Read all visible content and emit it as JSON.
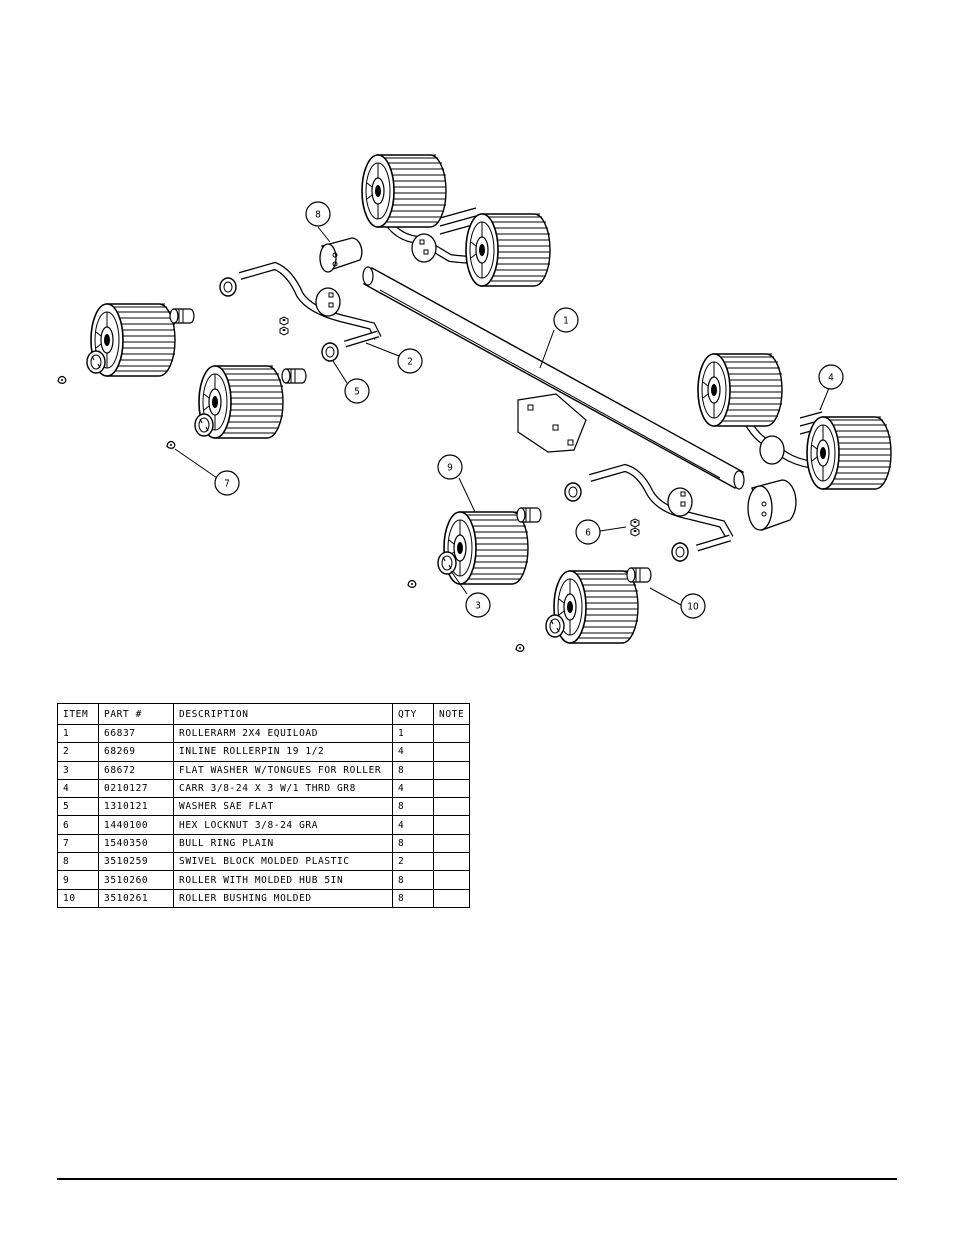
{
  "callouts": [
    "1",
    "2",
    "3",
    "4",
    "5",
    "6",
    "7",
    "8",
    "9",
    "10"
  ],
  "parts_table": {
    "headers": [
      "ITEM",
      "PART #",
      "DESCRIPTION",
      "QTY",
      "NOTE"
    ],
    "rows": [
      {
        "item": "1",
        "part": "66837",
        "desc": "ROLLERARM  2X4 EQUILOAD",
        "qty": "1",
        "note": ""
      },
      {
        "item": "2",
        "part": "68269",
        "desc": "INLINE ROLLERPIN 19 1/2",
        "qty": "4",
        "note": ""
      },
      {
        "item": "3",
        "part": "68672",
        "desc": "FLAT WASHER W/TONGUES FOR ROLLER",
        "qty": "8",
        "note": ""
      },
      {
        "item": "4",
        "part": "0210127",
        "desc": "CARR 3/8-24 X 3 W/1 THRD GR8",
        "qty": "4",
        "note": ""
      },
      {
        "item": "5",
        "part": "1310121",
        "desc": "WASHER SAE FLAT",
        "qty": "8",
        "note": ""
      },
      {
        "item": "6",
        "part": "1440100",
        "desc": "HEX LOCKNUT 3/8-24 GRA",
        "qty": "4",
        "note": ""
      },
      {
        "item": "7",
        "part": "1540350",
        "desc": "BULL RING PLAIN",
        "qty": "8",
        "note": ""
      },
      {
        "item": "8",
        "part": "3510259",
        "desc": "SWIVEL BLOCK MOLDED PLASTIC",
        "qty": "2",
        "note": ""
      },
      {
        "item": "9",
        "part": "3510260",
        "desc": "ROLLER WITH MOLDED HUB  5IN",
        "qty": "8",
        "note": ""
      },
      {
        "item": "10",
        "part": "3510261",
        "desc": "ROLLER BUSHING MOLDED",
        "qty": "8",
        "note": ""
      }
    ]
  }
}
